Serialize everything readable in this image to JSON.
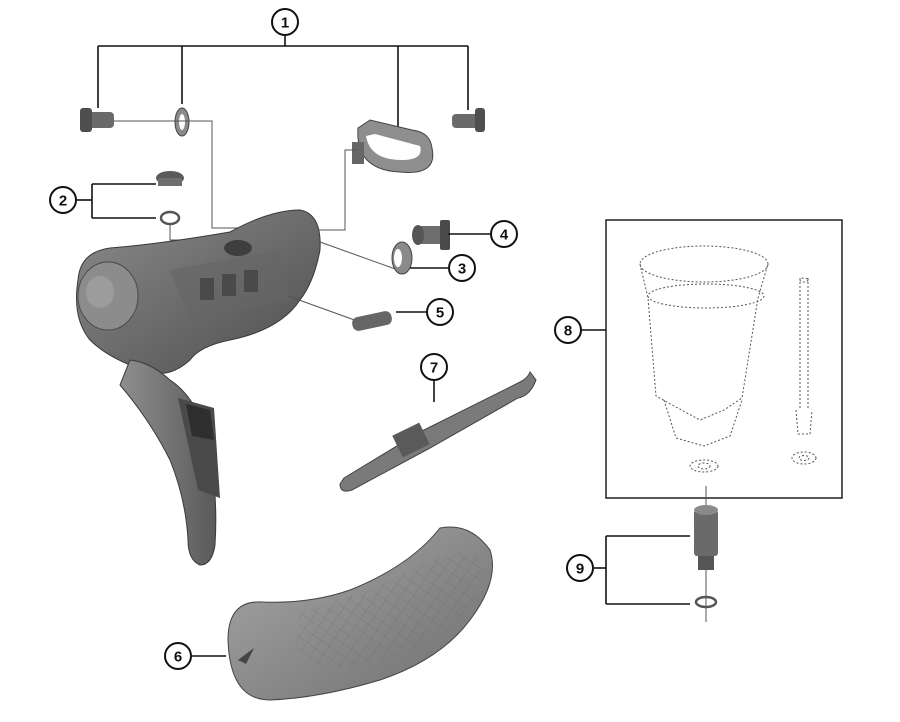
{
  "callouts": {
    "c1": "1",
    "c2": "2",
    "c3": "3",
    "c4": "4",
    "c5": "5",
    "c6": "6",
    "c7": "7",
    "c8": "8",
    "c9": "9"
  },
  "colors": {
    "part_dark": "#5a5a5a",
    "part_mid": "#7a7a7a",
    "part_light": "#9a9a9a",
    "hood": "#8c8c8c",
    "line": "#111111"
  }
}
